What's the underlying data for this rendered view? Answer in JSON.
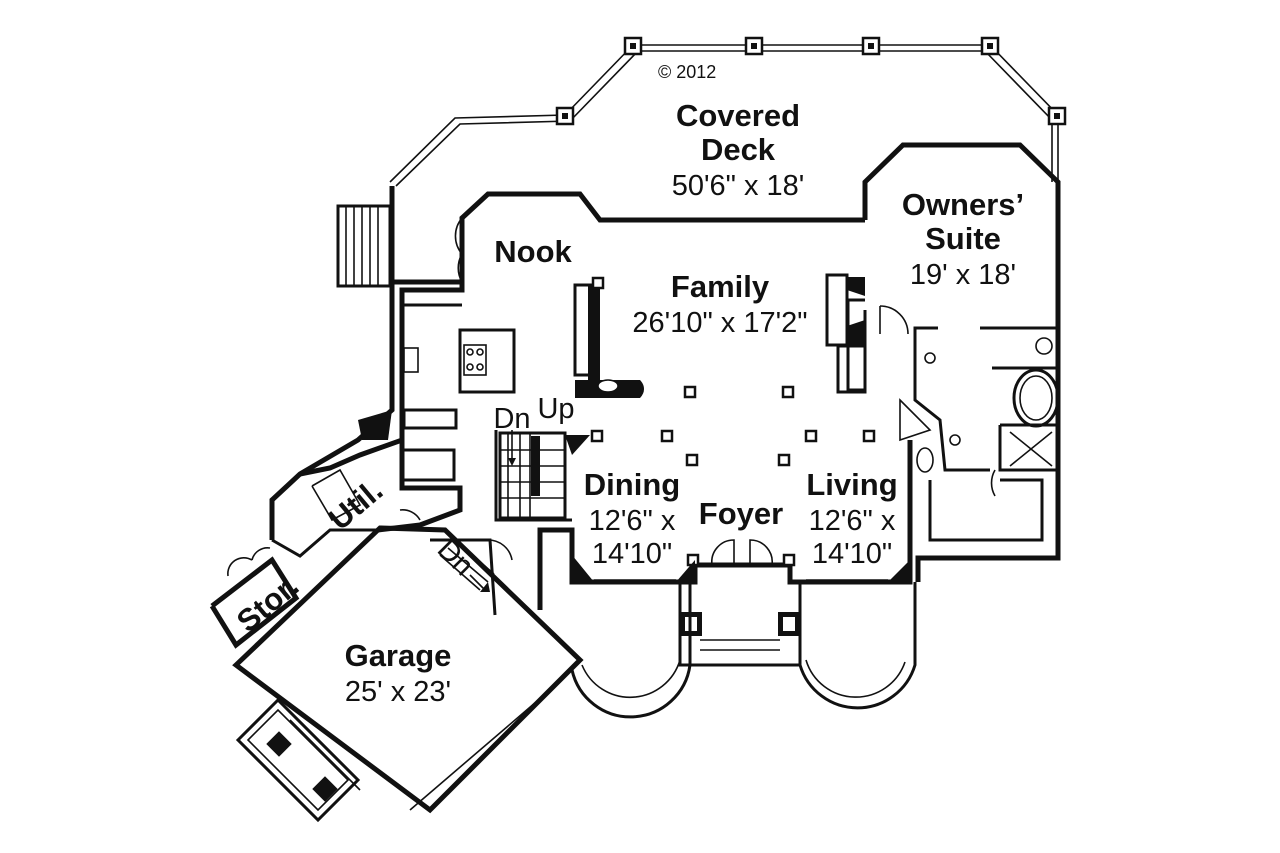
{
  "copyright": "© 2012",
  "rooms": {
    "covered_deck": {
      "name_line1": "Covered",
      "name_line2": "Deck",
      "size": "50'6\" x 18'"
    },
    "owners_suite": {
      "name_line1": "Owners’",
      "name_line2": "Suite",
      "size": "19' x 18'"
    },
    "nook": {
      "name": "Nook"
    },
    "family": {
      "name": "Family",
      "size": "26'10\" x 17'2\""
    },
    "dining": {
      "name": "Dining",
      "size_line1": "12'6\" x",
      "size_line2": "14'10\""
    },
    "living": {
      "name": "Living",
      "size_line1": "12'6\" x",
      "size_line2": "14'10\""
    },
    "foyer": {
      "name": "Foyer"
    },
    "util": {
      "name": "Util."
    },
    "stor": {
      "name": "Stor."
    },
    "garage": {
      "name": "Garage",
      "size": "25' x 23'"
    }
  },
  "stairs": {
    "down": "Dn",
    "up": "Up",
    "garage_down": "Dn"
  }
}
